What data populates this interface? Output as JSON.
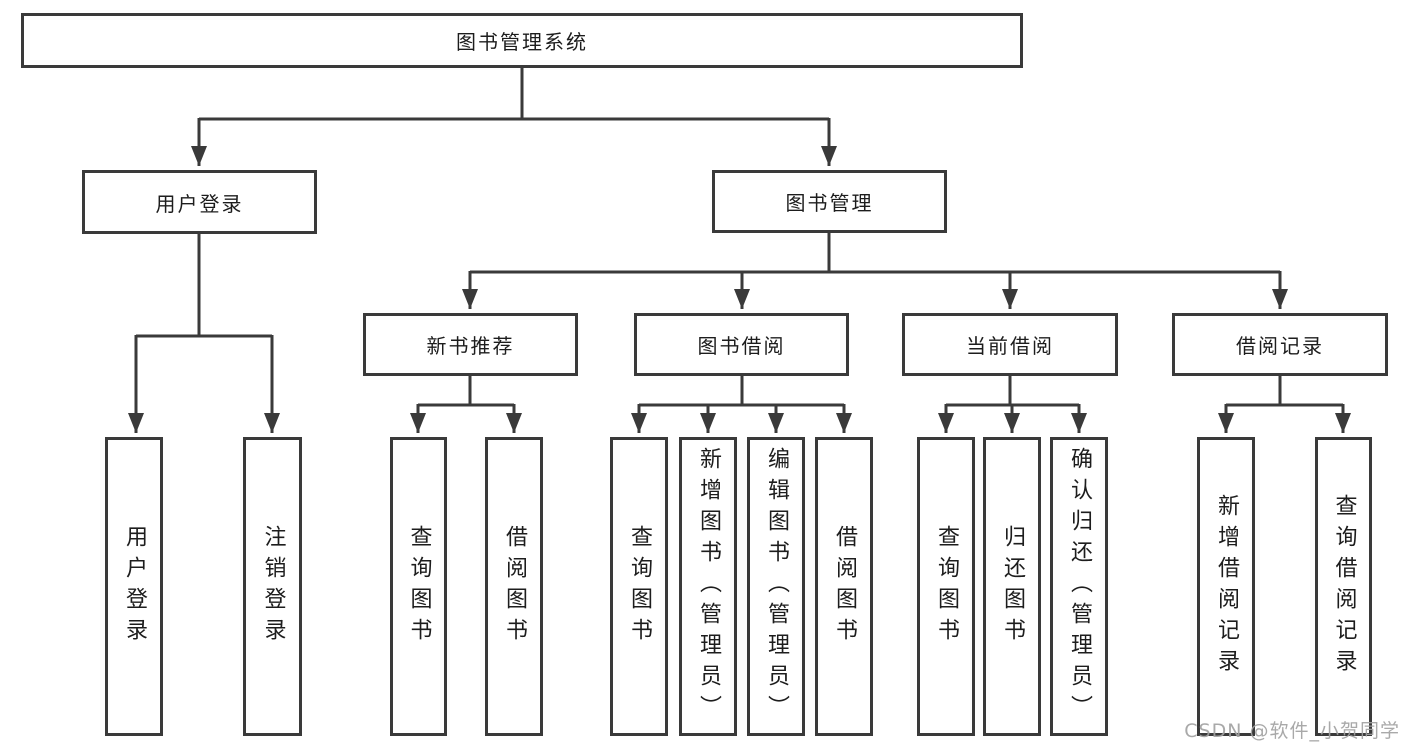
{
  "diagram": {
    "root": "图书管理系统",
    "branches": [
      {
        "label": "用户登录",
        "leaves": [
          "用户登录",
          "注销登录"
        ]
      },
      {
        "label": "图书管理",
        "modules": [
          {
            "label": "新书推荐",
            "leaves": [
              "查询图书",
              "借阅图书"
            ]
          },
          {
            "label": "图书借阅",
            "leaves": [
              "查询图书",
              "新增图书（管理员）",
              "编辑图书（管理员）",
              "借阅图书"
            ]
          },
          {
            "label": "当前借阅",
            "leaves": [
              "查询图书",
              "归还图书",
              "确认归还（管理员）"
            ]
          },
          {
            "label": "借阅记录",
            "leaves": [
              "新增借阅记录",
              "查询借阅记录"
            ]
          }
        ]
      }
    ]
  },
  "watermark": {
    "text": "CSDN @软件_小贺同学"
  },
  "colors": {
    "line": "#3a3a3a",
    "box_border": "#3a3a3a",
    "text": "#1d1d1d",
    "watermark": "#a2a2a2",
    "background": "#ffffff"
  }
}
